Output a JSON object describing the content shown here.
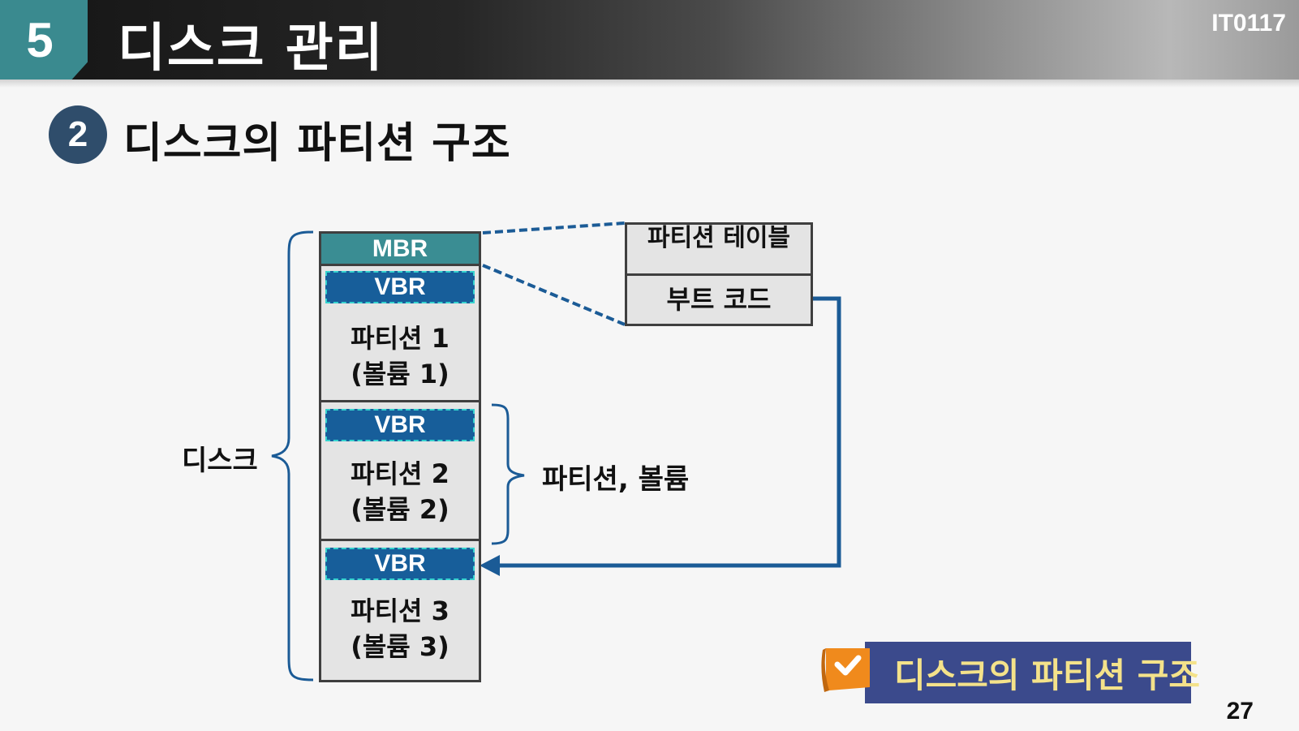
{
  "header": {
    "section_number": "5",
    "section_title": "디스크 관리",
    "course_code": "IT0117"
  },
  "subtitle": {
    "badge": "2",
    "title": "디스크의 파티션 구조"
  },
  "diagram": {
    "mbr": "MBR",
    "partitions": [
      {
        "vbr": "VBR",
        "line1": "파티션 1",
        "line2": "(볼륨 1)"
      },
      {
        "vbr": "VBR",
        "line1": "파티션 2",
        "line2": "(볼륨 2)"
      },
      {
        "vbr": "VBR",
        "line1": "파티션 3",
        "line2": "(볼륨 3)"
      }
    ],
    "partition_table": {
      "top": "파티션 테이블",
      "bottom": "부트 코드"
    },
    "disk_label": "디스크",
    "partition_volume_label": "파티션, 볼륨",
    "colors": {
      "mbr": "#3a8d93",
      "vbr": "#175e9a",
      "connector": "#1b5b96",
      "vbr_border": "#35d3cf"
    }
  },
  "footer": {
    "ribbon_text": "디스크의 파티션 구조",
    "page_number": "27",
    "ribbon_icon": "checkmark-icon"
  }
}
